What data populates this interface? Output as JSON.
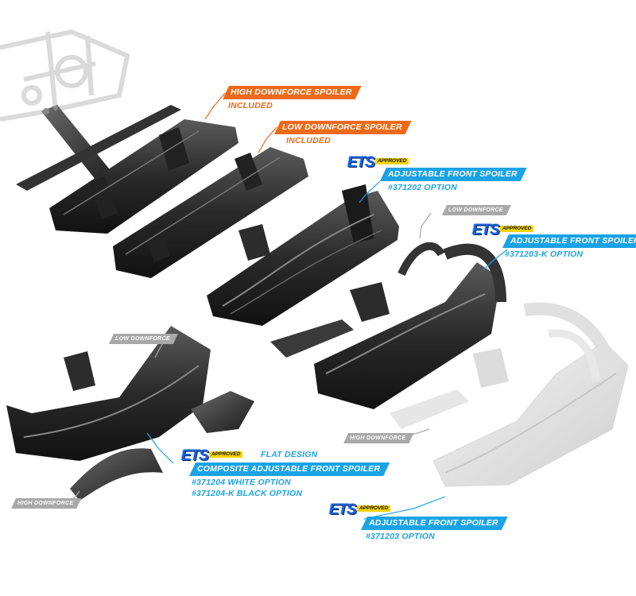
{
  "colors": {
    "orange": "#ef6a16",
    "blue": "#1aa3e6",
    "grey_tag": "#a9a9a9",
    "ets_blue": "#1a5fd6",
    "ets_yellow": "#f5d400"
  },
  "labels": {
    "high_df_spoiler": {
      "title": "HIGH DOWNFORCE SPOILER",
      "sub": "INCLUDED"
    },
    "low_df_spoiler": {
      "title": "LOW DOWNFORCE SPOILER",
      "sub": "INCLUDED"
    },
    "spoiler_371202": {
      "logo": "ETS",
      "badge": "APPROVED",
      "title": "ADJUSTABLE FRONT SPOILER",
      "sub": "#371202 OPTION"
    },
    "spoiler_371203k": {
      "logo": "ETS",
      "badge": "APPROVED",
      "title": "ADJUSTABLE FRONT SPOILER",
      "sub": "#371203-K OPTION",
      "tag": "LOW DOWNFORCE"
    },
    "spoiler_371204": {
      "logo": "ETS",
      "badge": "APPROVED",
      "flat": "FLAT DESIGN",
      "title": "COMPOSITE ADJUSTABLE FRONT SPOILER",
      "line1": "#371204   WHITE   OPTION",
      "line2": "#371204-K   BLACK   OPTION",
      "tag_low": "LOW DOWNFORCE",
      "tag_high": "HIGH DOWNFORCE"
    },
    "spoiler_371203": {
      "logo": "ETS",
      "badge": "APPROVED",
      "title": "ADJUSTABLE FRONT SPOILER",
      "sub": "#371203 OPTION",
      "tag": "HIGH DOWNFORCE"
    }
  }
}
